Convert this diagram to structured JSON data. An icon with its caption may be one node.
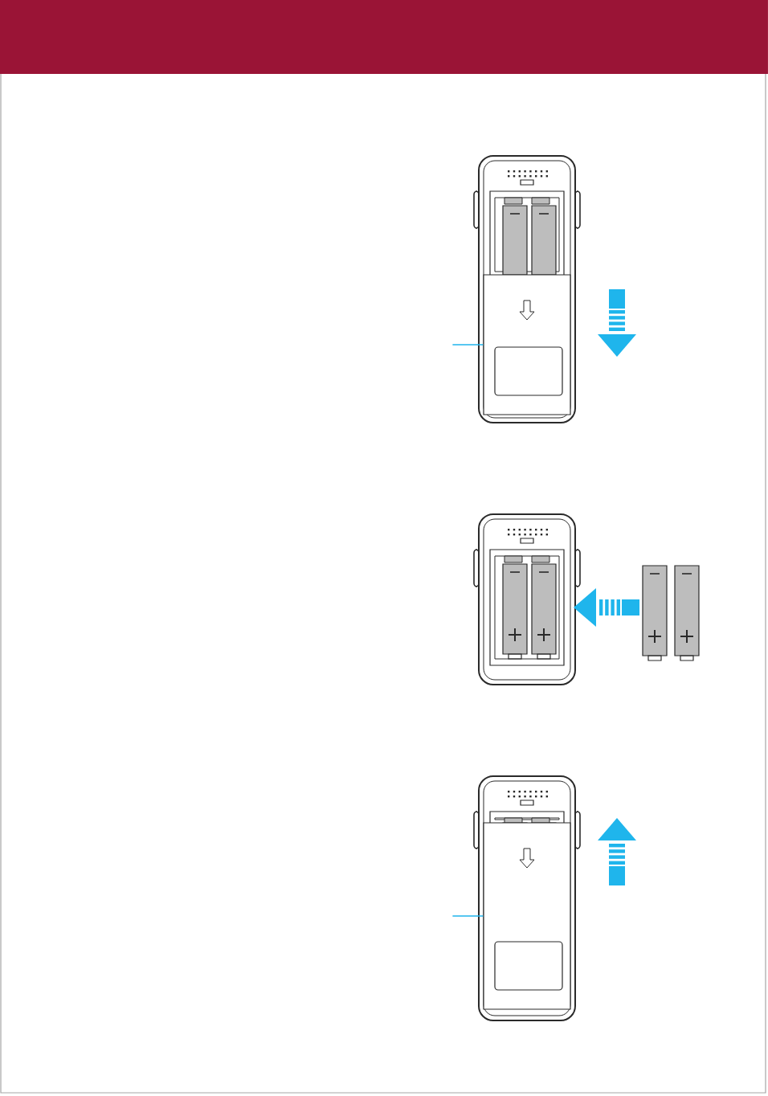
{
  "diagram": {
    "nodes": [
      {
        "text": [],
        "shape": "box"
      },
      {
        "text": [],
        "shape": "box"
      }
    ],
    "edges": [
      {
        "from": null,
        "to": 0,
        "arrow": "none"
      },
      {
        "from": null,
        "to": 1,
        "arrow": "none"
      }
    ]
  }
}
